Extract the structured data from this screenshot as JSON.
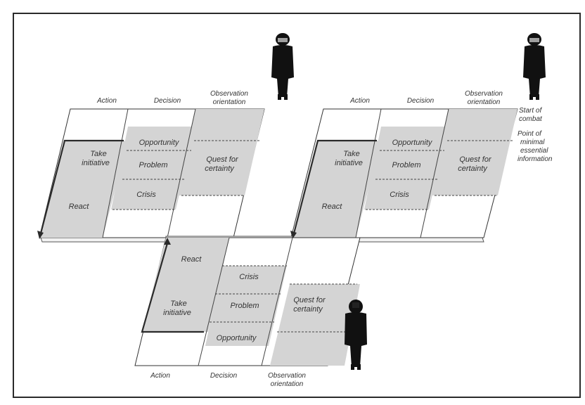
{
  "top_left": {
    "headers": [
      "Action",
      "Decision",
      "Observation",
      "orientation"
    ],
    "rows": [
      "Opportunity",
      "Problem",
      "Crisis"
    ],
    "action_labels": [
      "Take",
      "initiative",
      "React"
    ],
    "quest": [
      "Quest for",
      "certainty"
    ]
  },
  "top_right": {
    "headers": [
      "Action",
      "Decision",
      "Observation",
      "orientation"
    ],
    "rows": [
      "Opportunity",
      "Problem",
      "Crisis"
    ],
    "action_labels": [
      "Take",
      "initiative",
      "React"
    ],
    "quest": [
      "Quest for",
      "certainty"
    ],
    "side_notes": [
      "Start of",
      "combat",
      "Point of",
      "minimal",
      "essential",
      "information"
    ]
  },
  "bottom": {
    "headers": [
      "Action",
      "Decision",
      "Observation",
      "orientation"
    ],
    "rows": [
      "Crisis",
      "Problem",
      "Opportunity"
    ],
    "action_labels": [
      "React",
      "Take",
      "initiative"
    ],
    "quest": [
      "Quest for",
      "certainty"
    ]
  },
  "icons": [
    "soldier-binoculars-icon",
    "soldier-binoculars-icon",
    "soldier-binoculars-icon"
  ]
}
